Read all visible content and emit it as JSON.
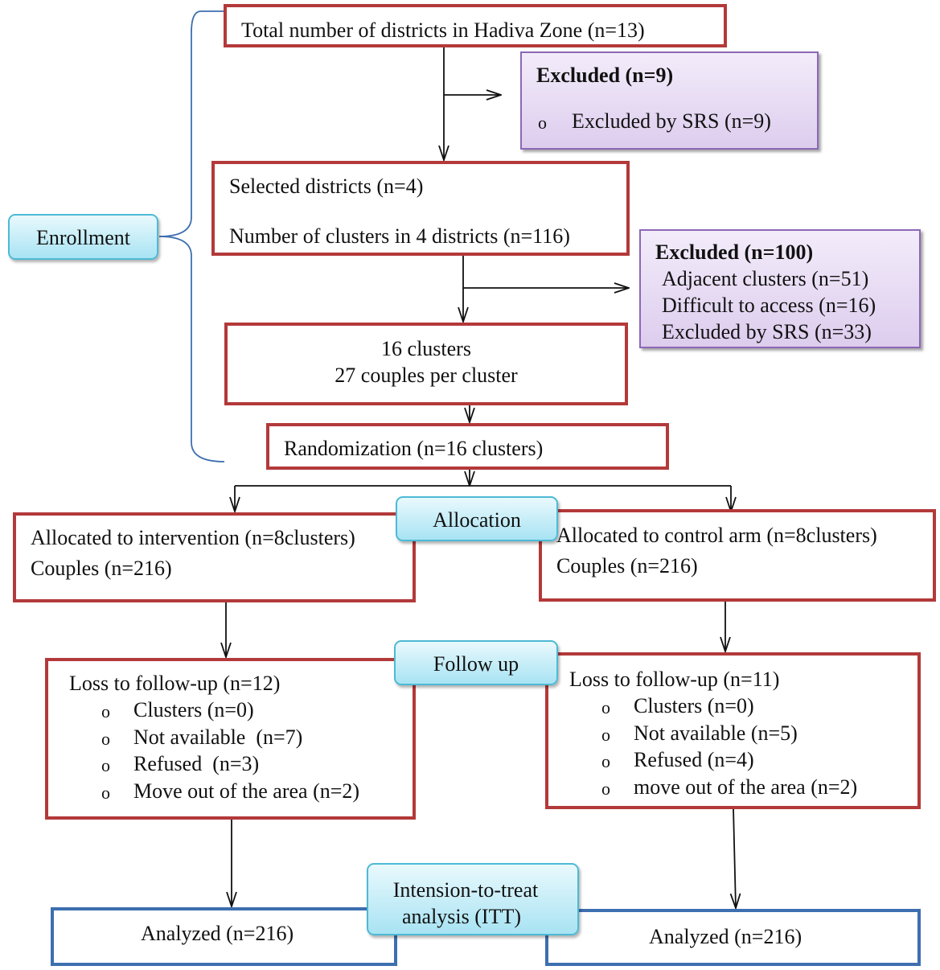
{
  "top": {
    "total": "Total number of districts in Hadiva Zone (n=13)"
  },
  "excluded1": {
    "title": "Excluded (n=9)",
    "items": [
      {
        "bullet": "o",
        "text": "Excluded by SRS (n=9)"
      }
    ]
  },
  "selected": {
    "line1": "Selected districts (n=4)",
    "line2": "Number of clusters in 4 districts (n=116)"
  },
  "excluded2": {
    "title": "Excluded (n=100)",
    "items": [
      "Adjacent clusters (n=51)",
      "Difficult to access (n=16)",
      "Excluded by SRS (n=33)"
    ]
  },
  "clusters": {
    "line1": "16 clusters",
    "line2": "27 couples per cluster"
  },
  "randomization": "Randomization (n=16 clusters)",
  "stages": {
    "enrollment": "Enrollment",
    "allocation": "Allocation",
    "followup": "Follow up",
    "itt_line1": "Intension-to-treat",
    "itt_line2": "analysis (ITT)"
  },
  "intervention": {
    "alloc_line1": "Allocated to intervention (n=8clusters)",
    "alloc_line2": "Couples (n=216)",
    "loss_title": "Loss to follow-up (n=12)",
    "loss_items": [
      "Clusters (n=0)",
      "Not available  (n=7)",
      "Refused  (n=3)",
      "Move out of the area (n=2)"
    ],
    "analyzed": "Analyzed (n=216)"
  },
  "control": {
    "alloc_line1": "Allocated to control arm (n=8clusters)",
    "alloc_line2": "Couples (n=216)",
    "loss_title": "Loss to follow-up (n=11)",
    "loss_items": [
      "Clusters (n=0)",
      "Not available (n=5)",
      "Refused (n=4)",
      "move out of the area (n=2)"
    ],
    "analyzed": "Analyzed (n=216)"
  },
  "bullet_glyph": "o",
  "colors": {
    "box_border": "#b3393a",
    "analyzed_border": "#3d6fb0",
    "excluded_fill": "#ddcdee",
    "stage_fill": "#a8e3f3"
  }
}
